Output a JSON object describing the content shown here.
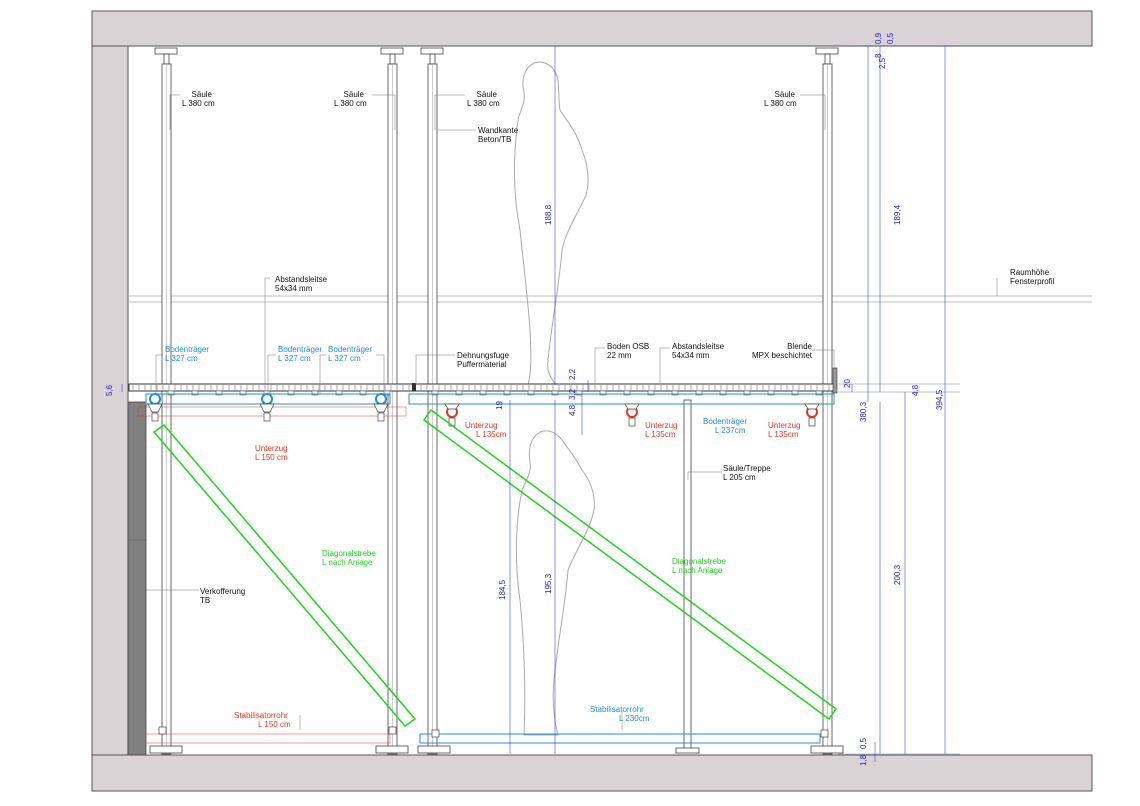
{
  "labels": {
    "saeule1": [
      "Säule",
      "L 380 cm"
    ],
    "saeule2": [
      "Säule",
      "L 380 cm"
    ],
    "saeule3": [
      "Säule",
      "L 380 cm"
    ],
    "saeule4": [
      "Säule",
      "L 380 cm"
    ],
    "wandkante": [
      "Wandkante",
      "Beton/TB"
    ],
    "abstandsleitse1": [
      "Abstandsleitse",
      "54x34 mm"
    ],
    "raumhoehe": [
      "Raumhöhe",
      "Fensterprofil"
    ],
    "bodentraeger1": [
      "Bodenträger",
      "L 327 cm"
    ],
    "bodentraeger2": [
      "Bodenträger",
      "L 327 cm"
    ],
    "bodentraeger3": [
      "Bodenträger",
      "L 327 cm"
    ],
    "dehnungsfuge": [
      "Dehnungsfuge",
      "Puffermaterial"
    ],
    "boden_osb": [
      "Boden OSB",
      "22 mm"
    ],
    "abstandsleitse2": [
      "Abstandsleitse",
      "54x34 mm"
    ],
    "blende": [
      "Blende",
      "MPX beschichtet"
    ],
    "unterzug_l150": [
      "Unterzug",
      "L 150 cm"
    ],
    "unterzug_a": [
      "Unterzug",
      "L 135cm"
    ],
    "unterzug_b": [
      "Unterzug",
      "L 135cm"
    ],
    "unterzug_c": [
      "Unterzug",
      "L 135cm"
    ],
    "bodentraeger_237": [
      "Bodenträger",
      "L 237cm"
    ],
    "saeule_treppe": [
      "Säule/Treppe",
      "L 205 cm"
    ],
    "diagonal1": [
      "Diagonalstrebe",
      "L nach Anlage"
    ],
    "diagonal2": [
      "Diagonalstrebe",
      "L nach Anlage"
    ],
    "verkofferung": [
      "Verkofferung",
      "TB"
    ],
    "stabil1": [
      "Stabilisatorrohr",
      "L 150 cm"
    ],
    "stabil2": [
      "Stabilisatorrohr",
      "L 230cm"
    ]
  },
  "dimensions": {
    "d0_9": "0,9",
    "d0_5_top": "0,5",
    "d8": "8",
    "d2_5": "2,5",
    "d189_4": "189,4",
    "d188_8": "188,8",
    "d394_5": "394,5",
    "d5_6": "5,6",
    "d20": "20",
    "d4_8_right": "4,8",
    "d380_3": "380,3",
    "d2_2": "2,2",
    "d3_2": "3,2",
    "d19": "19",
    "d4_8": "4,8",
    "d200_3": "200,3",
    "d184_5": "184,5",
    "d195_3": "195,3",
    "d0_5_bot": "0,5",
    "d1_8": "1,8"
  },
  "colors": {
    "wall": "#d9d3d5",
    "outline": "#555555",
    "blue": "#1e90d8",
    "red": "#e8351f",
    "green": "#1fd41f",
    "dimension": "#2323d8"
  }
}
